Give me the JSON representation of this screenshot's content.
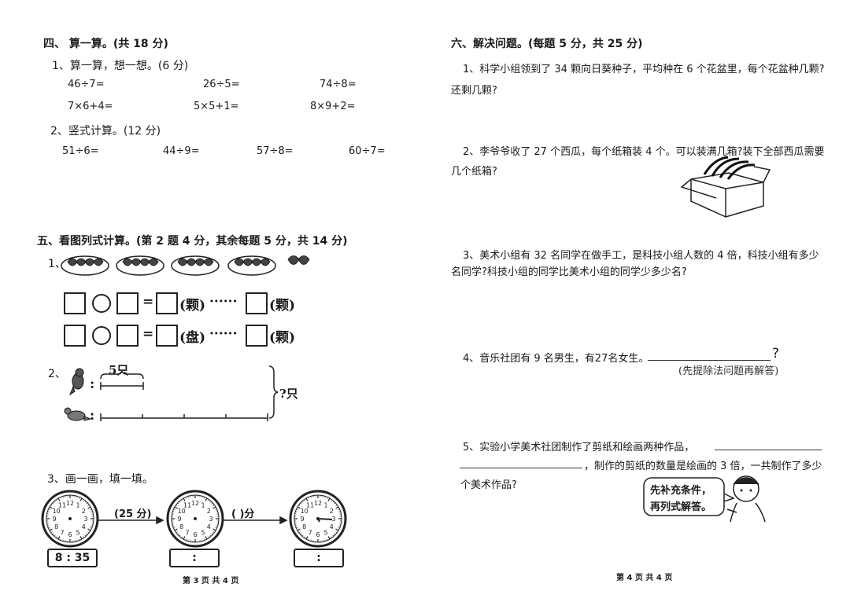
{
  "section4": {
    "title": "四、  算一算。(共 18 分)",
    "q1_title": "1、算一算，想一想。(6 分)",
    "q1_items": [
      "46÷7=",
      "26÷5=",
      "74÷8=",
      "7×6+4=",
      "5×5+1=",
      "8×9+2="
    ],
    "q2_title": "2、竖式计算。(12 分)",
    "q2_items": [
      "51÷6=",
      "44÷9=",
      "57÷8=",
      "60÷7="
    ]
  },
  "section5": {
    "title": "五、看图列式计算。(第 2 题 4 分，其余每题 5 分，共 14 分)",
    "q1_num": "1、",
    "row1": {
      "eq": "=",
      "unit1": "(颗)",
      "dots": "······",
      "unit2": "(颗)"
    },
    "row2": {
      "eq": "=",
      "unit1": "(盘)",
      "dots": "······",
      "unit2": "(颗)"
    },
    "q2_num": "2、",
    "q2_top_label": "5只",
    "q2_question": "?只",
    "colon": ":",
    "q3_title": "3、画一画，填一填。",
    "q3_label1": "(25 分)",
    "q3_label2": "(    )分",
    "times": [
      "8 : 35",
      ":",
      ":"
    ],
    "clock_numbers": [
      "12",
      "1",
      "2",
      "3",
      "4",
      "5",
      "6",
      "7",
      "8",
      "9",
      "10",
      "11"
    ]
  },
  "section6": {
    "title": "六、解决问题。(每题 5 分，共 25 分)",
    "q1": [
      "1、科学小组领到了 34 颗向日葵种子，平均种在 6 个花盆里，每个花盆种几颗?",
      "还剩几颗?"
    ],
    "q2": [
      "2、李爷爷收了 27 个西瓜，每个纸箱装 4 个。可以装满几箱?装下全部西瓜需要",
      "几个纸箱?"
    ],
    "q3": [
      "3、美术小组有 32 名同学在做手工，是科技小组人数的 4 倍，科技小组有多少",
      "名同学?科技小组的同学比美术小组的同学少多少名?"
    ],
    "q4": "4、音乐社团有 9 名男生，有27名女生。",
    "q4_mark": "?",
    "q4_hint": "(先提除法问题再解答)",
    "q5": [
      "5、实验小学美术社团制作了剪纸和绘画两种作品，",
      "，制作的剪纸的数量是绘画的 3 倍，一共制作了多少",
      "个美术作品?"
    ],
    "bubble": [
      "先补充条件，",
      "再列式解答。"
    ]
  },
  "footer": {
    "left": "第 3 页 共 4 页",
    "right": "第 4 页 共 4 页"
  }
}
